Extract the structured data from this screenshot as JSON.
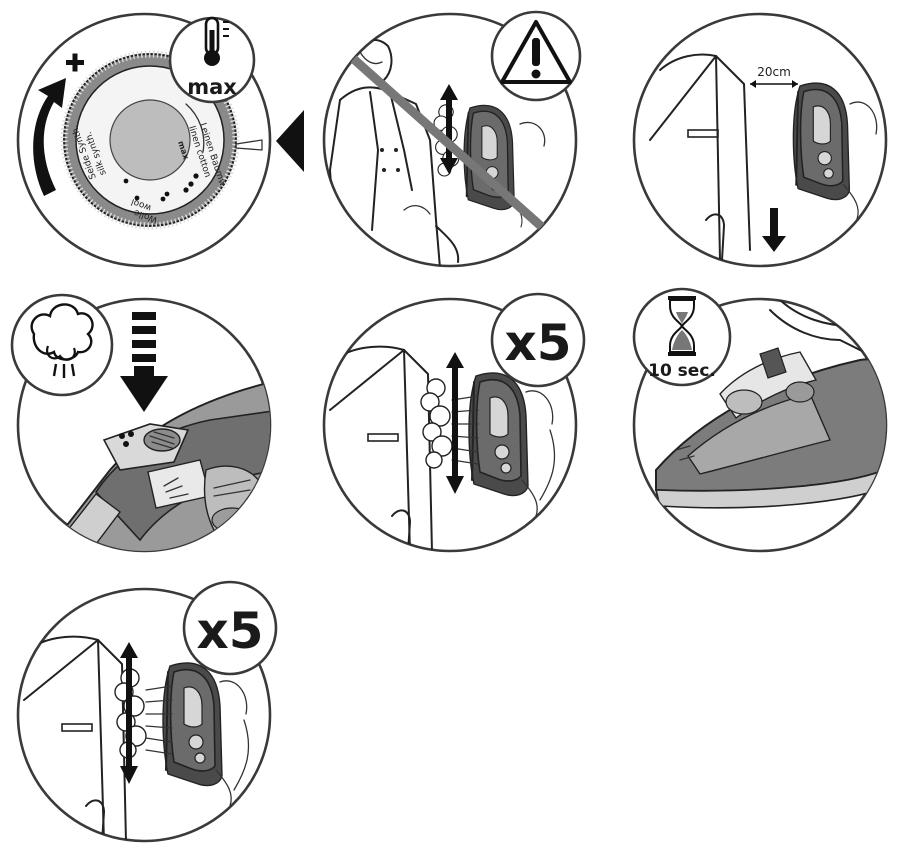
{
  "steps": [
    {
      "id": "dial-max",
      "badge_text": "max",
      "dial_labels": [
        "Leinen Baumw.",
        "linen cotton",
        "max",
        "Wolle",
        "wool",
        "Seide Synth.",
        "silk synth."
      ]
    },
    {
      "id": "warning"
    },
    {
      "id": "distance",
      "distance_label": "20cm"
    },
    {
      "id": "steam-button"
    },
    {
      "id": "shot-x5-a",
      "repeat_label": "x5"
    },
    {
      "id": "wait",
      "timer_label": "10 sec."
    },
    {
      "id": "shot-x5-b",
      "repeat_label": "x5"
    }
  ],
  "colors": {
    "outline": "#3a3a3a",
    "iron_body": "#6b6b6b",
    "arrow": "#111111"
  },
  "icons": [
    "thermometer-icon",
    "warning-icon",
    "steam-cloud-icon",
    "hourglass-icon",
    "down-arrow-icon",
    "double-arrow-icon"
  ]
}
